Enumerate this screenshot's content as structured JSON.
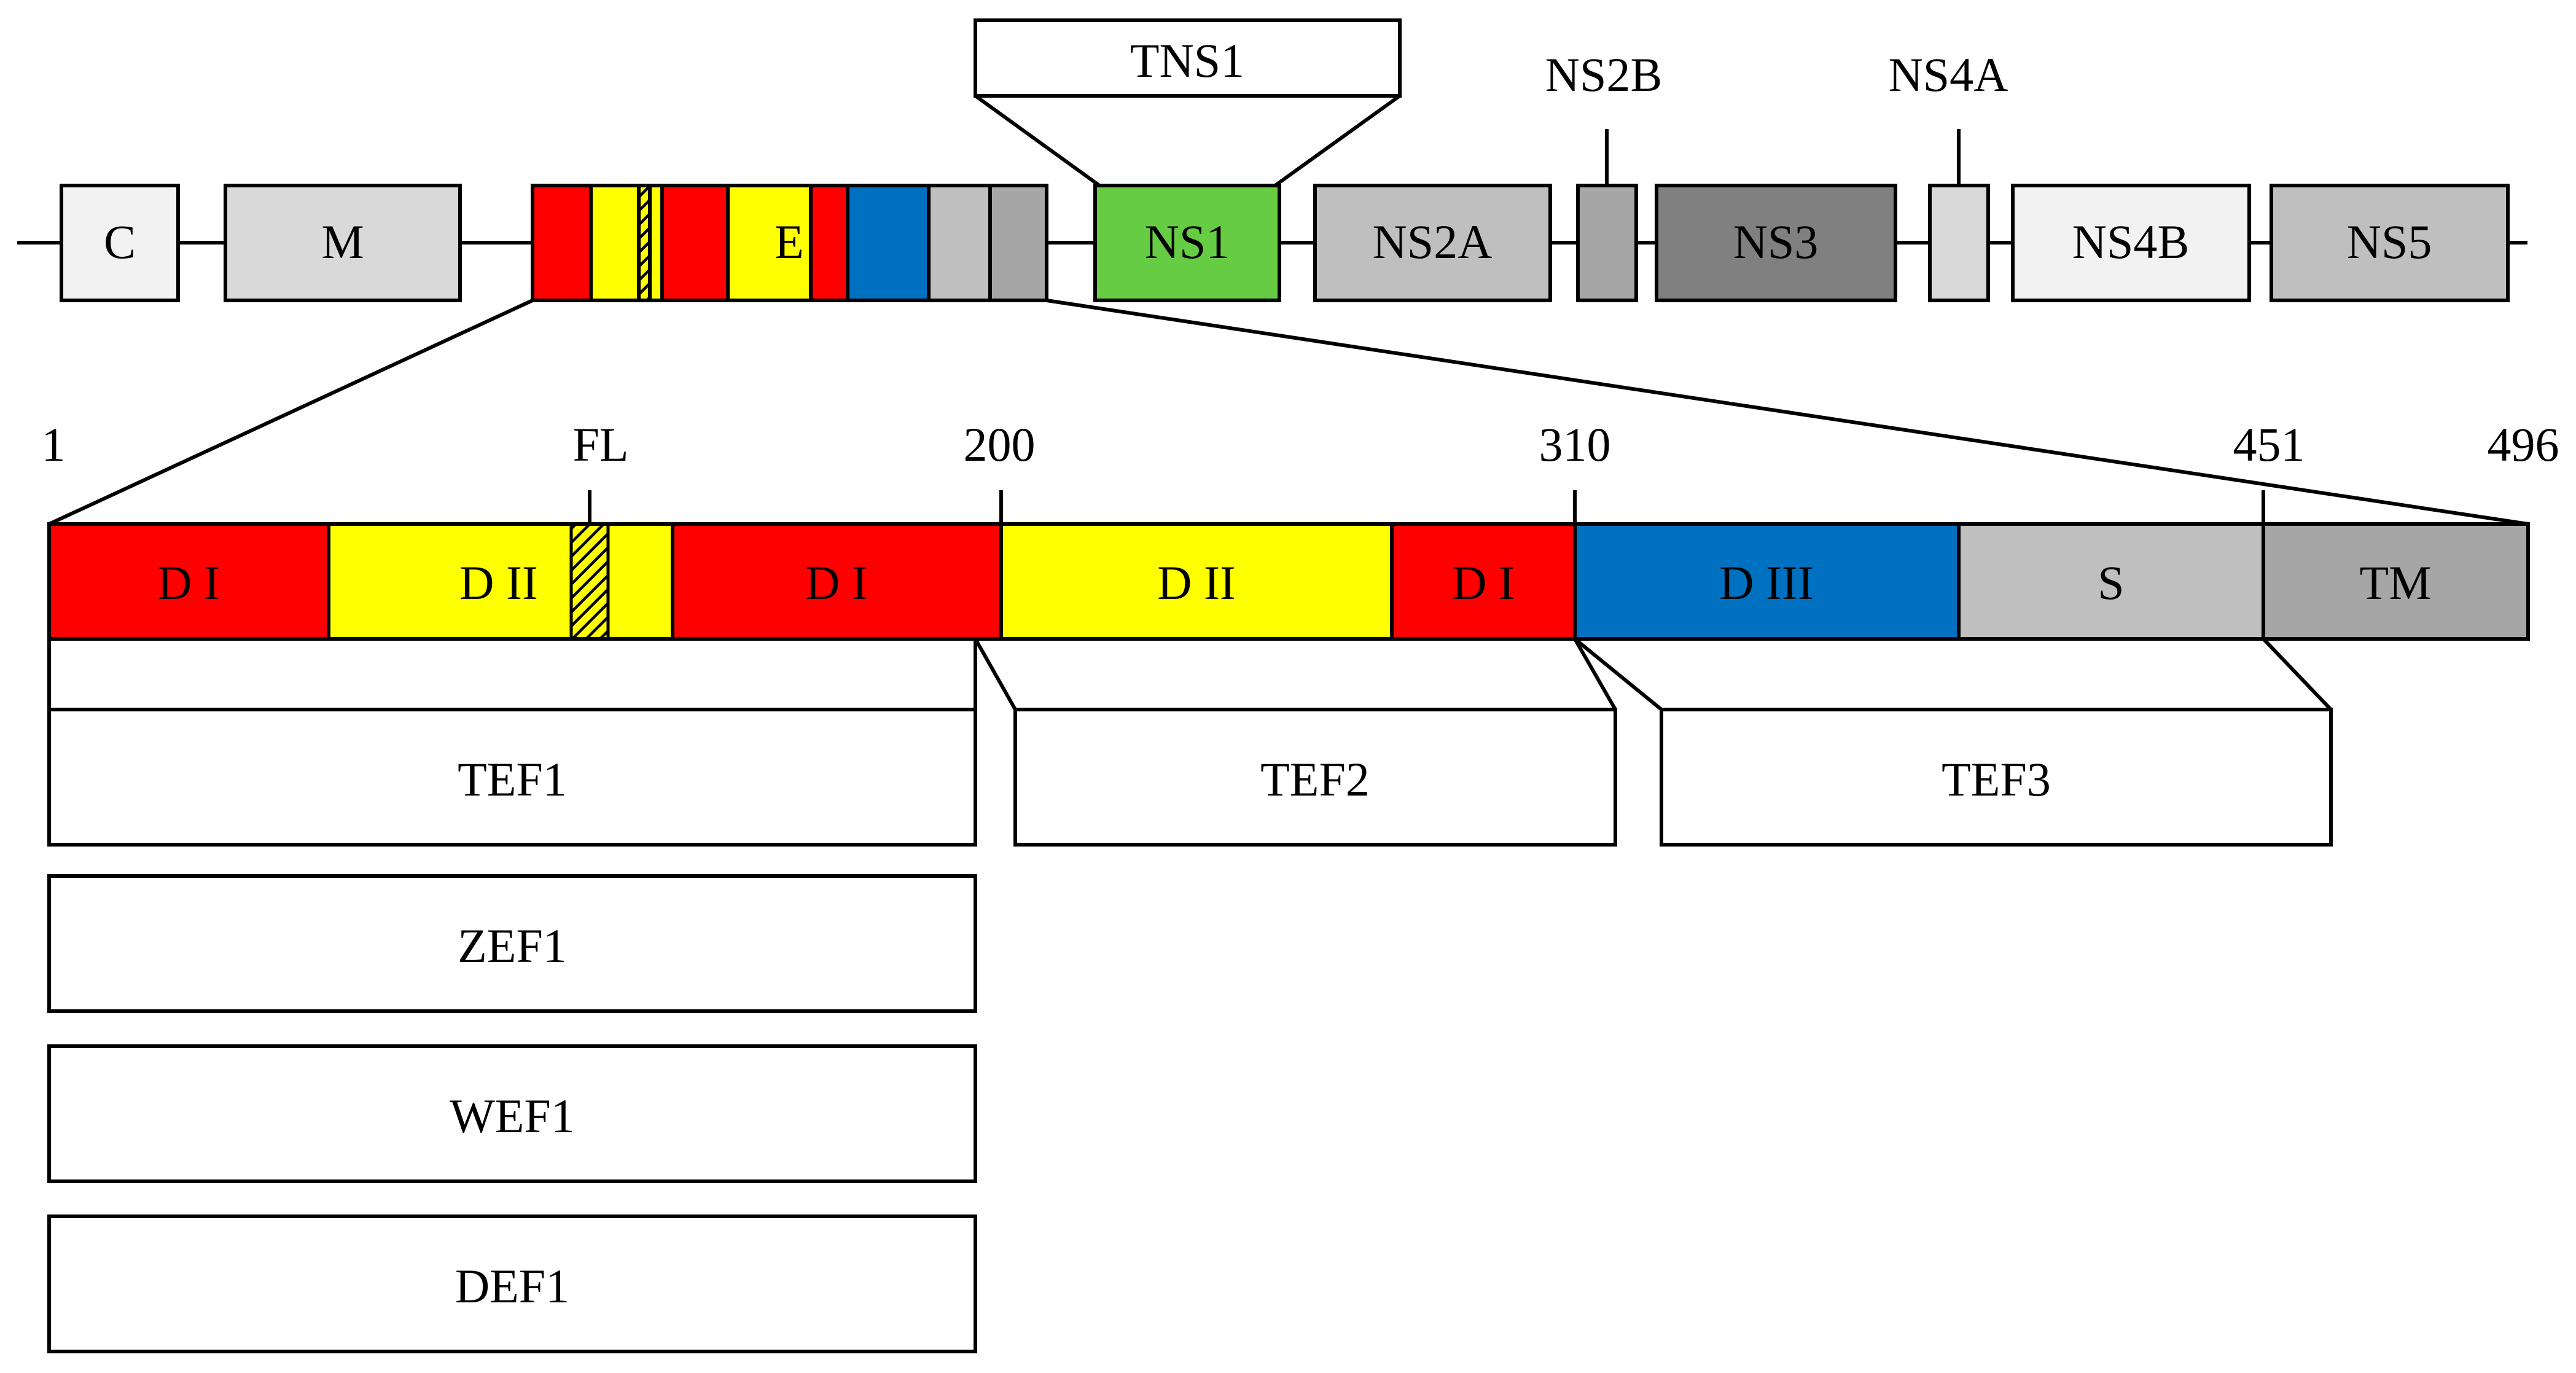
{
  "genome": {
    "C": "C",
    "M": "M",
    "E": "E",
    "NS1": "NS1",
    "NS2A": "NS2A",
    "NS2B": "NS2B",
    "NS3": "NS3",
    "NS4A": "NS4A",
    "NS4B": "NS4B",
    "NS5": "NS5"
  },
  "tns1": "TNS1",
  "positions": {
    "p1": "1",
    "p200": "200",
    "p310": "310",
    "p451": "451",
    "p496": "496"
  },
  "fusion_loop": "FL",
  "domains": {
    "d1": "D I",
    "d2": "D II",
    "d3": "D III",
    "s": "S",
    "tm": "TM"
  },
  "fragments": {
    "tef1": "TEF1",
    "tef2": "TEF2",
    "tef3": "TEF3",
    "zef1": "ZEF1",
    "wef1": "WEF1",
    "def1": "DEF1"
  },
  "colors": {
    "domain_I": "#ff0000",
    "domain_II": "#ffff00",
    "domain_III": "#0070c0",
    "stem": "#bfbfbf",
    "transmembrane": "#a6a6a6",
    "ns1": "#66cc44",
    "ns3": "#808080"
  }
}
